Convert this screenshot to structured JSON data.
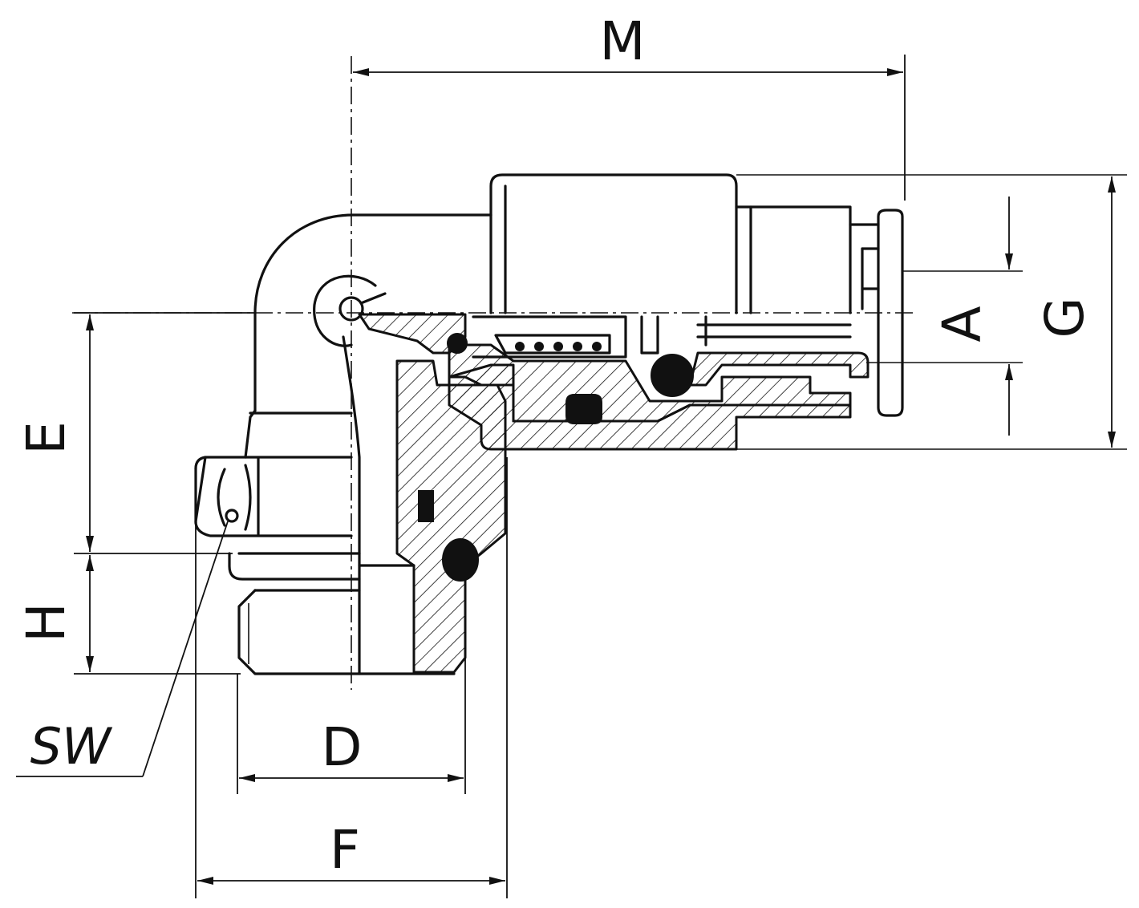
{
  "drawing": {
    "dimension_labels": {
      "M": "M",
      "A": "A",
      "G": "G",
      "E": "E",
      "H": "H",
      "D": "D",
      "F": "F",
      "SW": "SW"
    },
    "colors": {
      "line": "#111111",
      "background": "#ffffff",
      "seal": "#111111"
    }
  }
}
